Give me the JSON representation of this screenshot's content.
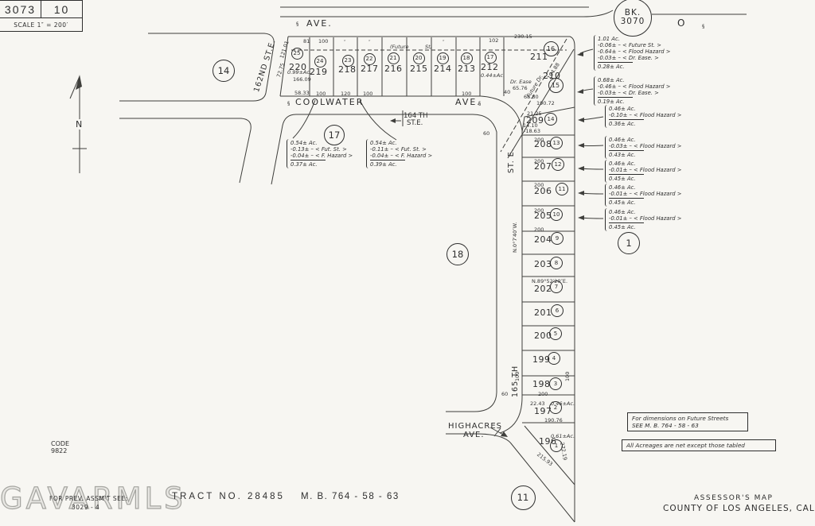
{
  "header": {
    "book": "3073",
    "page": "10",
    "scale": "SCALE 1″ =   200′"
  },
  "bk_badge": {
    "line1": "BK.",
    "line2": "3070"
  },
  "streets": {
    "ave_top": "AVE.",
    "ave_top_letter": "O",
    "coolwater": "COOLWATER",
    "coolwater_ave": "AVE.",
    "st162": "162ND ST.E.",
    "st164_l1": "164 TH",
    "st164_l2": "ST.E.",
    "st_e_vertical": "ST. E.",
    "st165": "165 TH",
    "highacres_l1": "HIGHACRES",
    "highacres_l2": "AVE.",
    "north": "N"
  },
  "markers": [
    {
      "id": "m14",
      "label": "14"
    },
    {
      "id": "m17",
      "label": "17"
    },
    {
      "id": "m18",
      "label": "18"
    },
    {
      "id": "m1",
      "label": "1"
    },
    {
      "id": "m11",
      "label": "11"
    }
  ],
  "lots": [
    {
      "num": "220",
      "circ": "25"
    },
    {
      "num": "219",
      "circ": "24"
    },
    {
      "num": "218",
      "circ": "23"
    },
    {
      "num": "217",
      "circ": "22"
    },
    {
      "num": "216",
      "circ": "21"
    },
    {
      "num": "215",
      "circ": "20"
    },
    {
      "num": "214",
      "circ": "19"
    },
    {
      "num": "213",
      "circ": "18"
    },
    {
      "num": "212",
      "circ": "17"
    },
    {
      "num": "211",
      "circ": "16"
    },
    {
      "num": "210",
      "circ": "15"
    },
    {
      "num": "209",
      "circ": "14"
    },
    {
      "num": "208",
      "circ": "13"
    },
    {
      "num": "207",
      "circ": "12"
    },
    {
      "num": "206",
      "circ": "11"
    },
    {
      "num": "205",
      "circ": "10"
    },
    {
      "num": "204",
      "circ": "9"
    },
    {
      "num": "203",
      "circ": "8"
    },
    {
      "num": "202",
      "circ": "7"
    },
    {
      "num": "201",
      "circ": "6"
    },
    {
      "num": "200",
      "circ": "5"
    },
    {
      "num": "199",
      "circ": "4"
    },
    {
      "num": "198",
      "circ": "3"
    },
    {
      "num": "197",
      "circ": "2"
    },
    {
      "num": "196",
      "circ": "1"
    }
  ],
  "dims": [
    {
      "t": "81"
    },
    {
      "t": "100"
    },
    {
      "t": "″"
    },
    {
      "t": "″"
    },
    {
      "t": "″"
    },
    {
      "t": "102"
    },
    {
      "t": "230.15"
    },
    {
      "t": "(Future"
    },
    {
      "t": "St)"
    },
    {
      "t": "58.33"
    },
    {
      "t": "100"
    },
    {
      "t": "120"
    },
    {
      "t": "100"
    },
    {
      "t": "100"
    },
    {
      "t": "0.99±Ac."
    },
    {
      "t": "166.09"
    },
    {
      "t": "121.01"
    },
    {
      "t": "72.75"
    },
    {
      "t": "0.44±Ac."
    },
    {
      "t": "190.72"
    },
    {
      "t": "21.25"
    },
    {
      "t": "194.88"
    },
    {
      "t": "Future Dr."
    },
    {
      "t": "Dr. Ease"
    },
    {
      "t": "65.76"
    },
    {
      "t": "68.80"
    },
    {
      "t": "14.10"
    },
    {
      "t": "-18.63"
    },
    {
      "t": "60"
    },
    {
      "t": "200"
    },
    {
      "t": "200"
    },
    {
      "t": "200"
    },
    {
      "t": "200"
    },
    {
      "t": "200"
    },
    {
      "t": "N.89°52′20″E."
    },
    {
      "t": "N.0°7′40″W."
    },
    {
      "t": "100"
    },
    {
      "t": "100"
    },
    {
      "t": "200"
    },
    {
      "t": "60"
    },
    {
      "t": "22.43"
    },
    {
      "t": "0.46±Ac."
    },
    {
      "t": "190.76"
    },
    {
      "t": "0.61±Ac."
    },
    {
      "t": "215.93"
    },
    {
      "t": "272.19"
    },
    {
      "t": "40"
    },
    {
      "t": "§"
    },
    {
      "t": "§"
    },
    {
      "t": "§"
    },
    {
      "t": "§"
    }
  ],
  "acreage_notes": [
    {
      "id": "note-211",
      "lines": [
        "1.01   Ac.",
        "-0.06± – < Future St. >",
        "-0.64± – < Flood Hazard >",
        "-0.03± – < Dr. Ease. >"
      ],
      "total": "0.28± Ac."
    },
    {
      "id": "note-210",
      "lines": [
        "0.68± Ac.",
        "-0.46± – < Flood Hazard >",
        "-0.03± – < Dr. Ease. >"
      ],
      "total": "0.19± Ac."
    },
    {
      "id": "note-209",
      "lines": [
        "0.46± Ac.",
        "-0.10± – < Flood Hazard >"
      ],
      "total": "0.36± Ac."
    },
    {
      "id": "note-208",
      "lines": [
        "0.46± Ac.",
        "-0.03± – < Flood Hazard >"
      ],
      "total": "0.43± Ac."
    },
    {
      "id": "note-207",
      "lines": [
        "0.46± Ac.",
        "-0.01± – < Flood Hazard >"
      ],
      "total": "0.45± Ac."
    },
    {
      "id": "note-206",
      "lines": [
        "0.46± Ac.",
        "-0.01± – < Flood Hazard >"
      ],
      "total": "0.45± Ac."
    },
    {
      "id": "note-205",
      "lines": [
        "0.46± Ac.",
        "-0.01± – < Flood Hazard >"
      ],
      "total": "0.45± Ac."
    },
    {
      "id": "note-17a",
      "lines": [
        "0.54± Ac.",
        "-0.13± – < Fut. St. >",
        "-0.04± – < F. Hazard >"
      ],
      "total": "0.37± Ac."
    },
    {
      "id": "note-17b",
      "lines": [
        "0.54± Ac.",
        "-0.11± – < Fut. St. >",
        "-0.04± – < F. Hazard >"
      ],
      "total": "0.39± Ac."
    }
  ],
  "boxes": {
    "box1_l1": "For dimensions on Future Streets",
    "box1_l2": "SEE   M.  B.  764   -   58   -   63",
    "box2": "All Acreages are net except those tabled"
  },
  "footer": {
    "code_l1": "CODE",
    "code_l2": "9822",
    "watermark": "GAVARMLS",
    "prev_assmt": "FOR PREV. ASSM'T SEE:",
    "prev_assmt_no": "3029 - 4",
    "tract": "TRACT   NO. 28485",
    "mb": "M. B. 764  -  58  -  63",
    "assessors": "ASSESSOR'S MAP",
    "county": "COUNTY OF LOS ANGELES, CALIF."
  }
}
